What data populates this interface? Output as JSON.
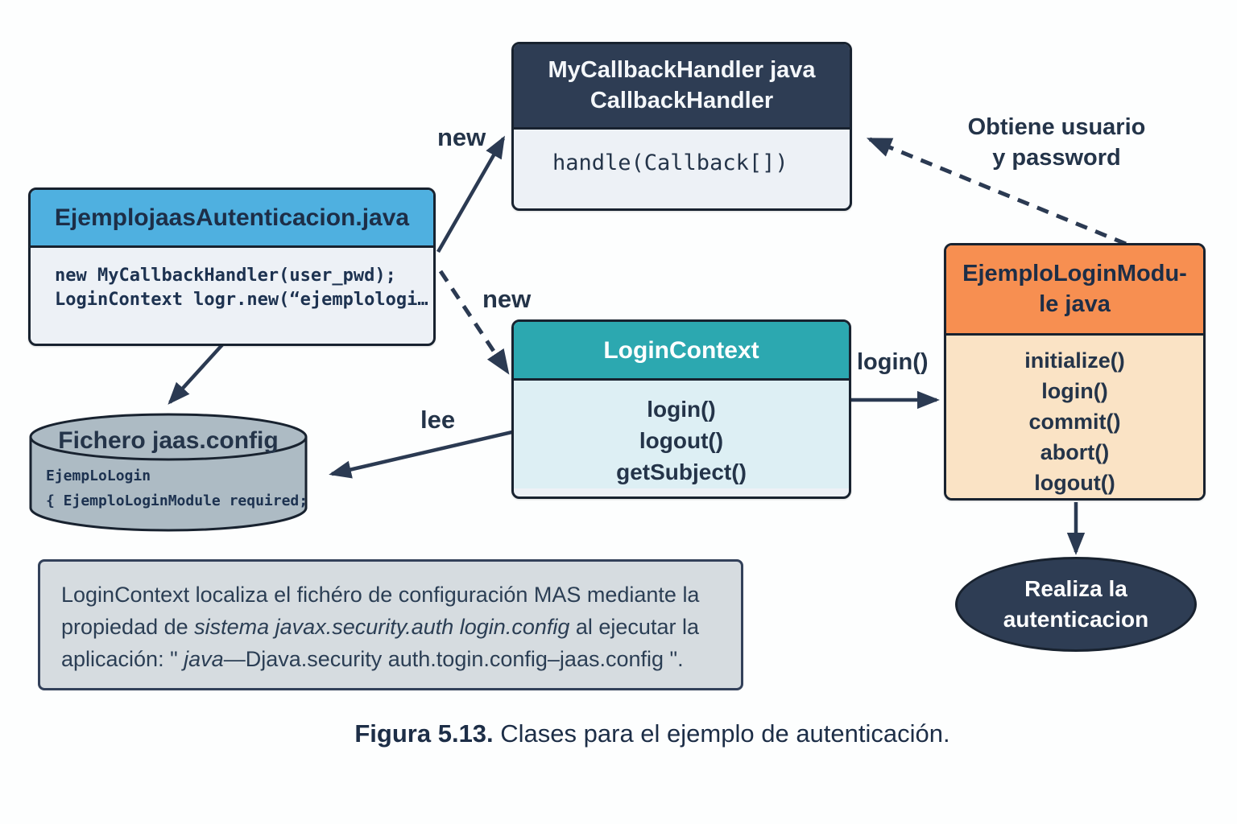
{
  "diagram": {
    "nodes": {
      "callback_handler": {
        "title_line1": "MyCallbackHandler java",
        "title_line2": "CallbackHandler",
        "method": "handle(Callback[])",
        "header_color": "#2e3d54"
      },
      "ejemplo_jaas": {
        "title": "EjemplojaasAutenticacion.java",
        "code_line1": "new MyCallbackHandler(user_pwd);",
        "code_line2": "LoginContext logr.new(“ejemplologi…",
        "header_color": "#4fb0e0"
      },
      "login_context": {
        "title": "LoginContext",
        "methods": [
          "login()",
          "logout()",
          "getSubject()"
        ],
        "header_color": "#2ca8b0"
      },
      "login_module": {
        "title_line1": "EjemploLoginModu-",
        "title_line2": "le java",
        "methods": [
          "initialize()",
          "login()",
          "commit()",
          "abort()",
          "logout()"
        ],
        "header_color": "#f78f51"
      },
      "jaas_config_file": {
        "title": "Fichero jaas.config",
        "code_line1": "EjempLoLogin",
        "code_line2": "{ EjemploLoginModule required;",
        "fill_color": "#adbbc4"
      },
      "realiza_autenticacion": {
        "line1": "Realiza la",
        "line2": "autenticacion",
        "fill_color": "#2e3d54"
      }
    },
    "edge_labels": {
      "new_to_callback": "new",
      "new_to_logincontext": "new",
      "lee": "lee",
      "login_call": "login()",
      "obtiene_line1": "Obtiene usuario",
      "obtiene_line2": "y password"
    },
    "note": {
      "part1": "LoginContext localiza el fichéro de configuración MAS mediante la propiedad de ",
      "italic1": "sistema javax.security.auth login.config",
      "part2": " al ejecutar la aplicación: \" ",
      "italic2": "java",
      "part3": "—Djava.security auth.togin.config–jaas.config \"."
    },
    "caption": {
      "bold": "Figura 5.13.",
      "rest": " Clases para el ejemplo de autenticación."
    },
    "accent_color": "#2b3a52"
  }
}
